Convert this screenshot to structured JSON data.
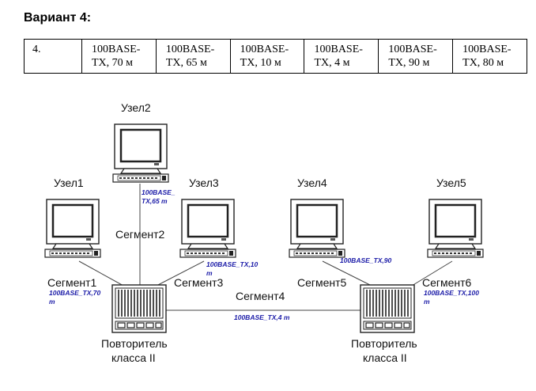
{
  "variant_title": "Вариант 4:",
  "table": {
    "row_number": "4.",
    "cells": [
      {
        "line1": "100BASE-",
        "line2": "TX, 70 м"
      },
      {
        "line1": "100BASE-",
        "line2": "TX, 65 м"
      },
      {
        "line1": "100BASE-",
        "line2": "TX, 10 м"
      },
      {
        "line1": "100BASE-",
        "line2": "TX, 4 м"
      },
      {
        "line1": "100BASE-",
        "line2": "TX, 90 м"
      },
      {
        "line1": "100BASE-",
        "line2": "TX, 80 м"
      }
    ]
  },
  "diagram": {
    "nodes": {
      "node1": "Узел1",
      "node2": "Узел2",
      "node3": "Узел3",
      "node4": "Узел4",
      "node5": "Узел5"
    },
    "segments": {
      "seg1": "Сегмент1",
      "seg2": "Сегмент2",
      "seg3": "Сегмент3",
      "seg4": "Сегмент4",
      "seg5": "Сегмент5",
      "seg6": "Сегмент6"
    },
    "cable_labels": {
      "seg1_l1": "100BASE_TX,70",
      "seg1_l2": "m",
      "seg2_l1": "100BASE_",
      "seg2_l2": "TX,65 m",
      "seg3_l1": "100BASE_TX,10",
      "seg3_l2": "m",
      "seg4": "100BASE_TX,4 m",
      "seg5": "100BASE_TX,90",
      "seg6_l1": "100BASE_TX,100",
      "seg6_l2": "m"
    },
    "repeaters": {
      "left_l1": "Повторитель",
      "left_l2": "класса II",
      "right_l1": "Повторитель",
      "right_l2": "класса II"
    }
  }
}
